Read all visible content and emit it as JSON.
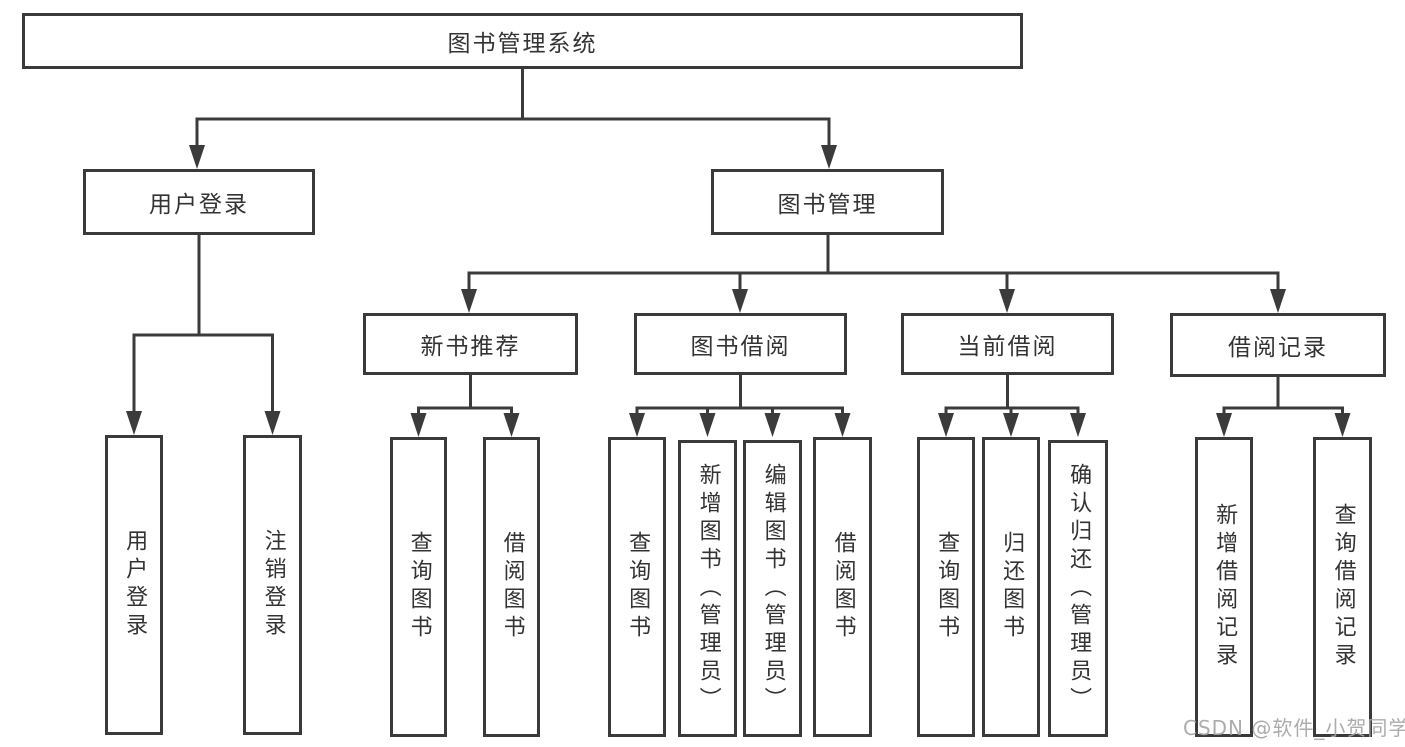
{
  "diagram": {
    "root": {
      "label": "图书管理系统"
    },
    "branches": [
      {
        "label": "用户登录",
        "children": [
          "用户登录",
          "注销登录"
        ]
      },
      {
        "label": "图书管理",
        "modules": [
          {
            "label": "新书推荐",
            "children": [
              "查询图书",
              "借阅图书"
            ]
          },
          {
            "label": "图书借阅",
            "children": [
              "查询图书",
              "新增图书（管理员）",
              "编辑图书（管理员）",
              "借阅图书"
            ]
          },
          {
            "label": "当前借阅",
            "children": [
              "查询图书",
              "归还图书",
              "确认归还（管理员）"
            ]
          },
          {
            "label": "借阅记录",
            "children": [
              "新增借阅记录",
              "查询借阅记录"
            ]
          }
        ]
      }
    ]
  },
  "watermark": {
    "text": "CSDN @软件_小贺同学"
  },
  "colors": {
    "line": "#3b3b3b",
    "box_border": "#3a3a3a",
    "text": "#333333",
    "watermark": "#a5a5a5",
    "background": "#ffffff"
  }
}
